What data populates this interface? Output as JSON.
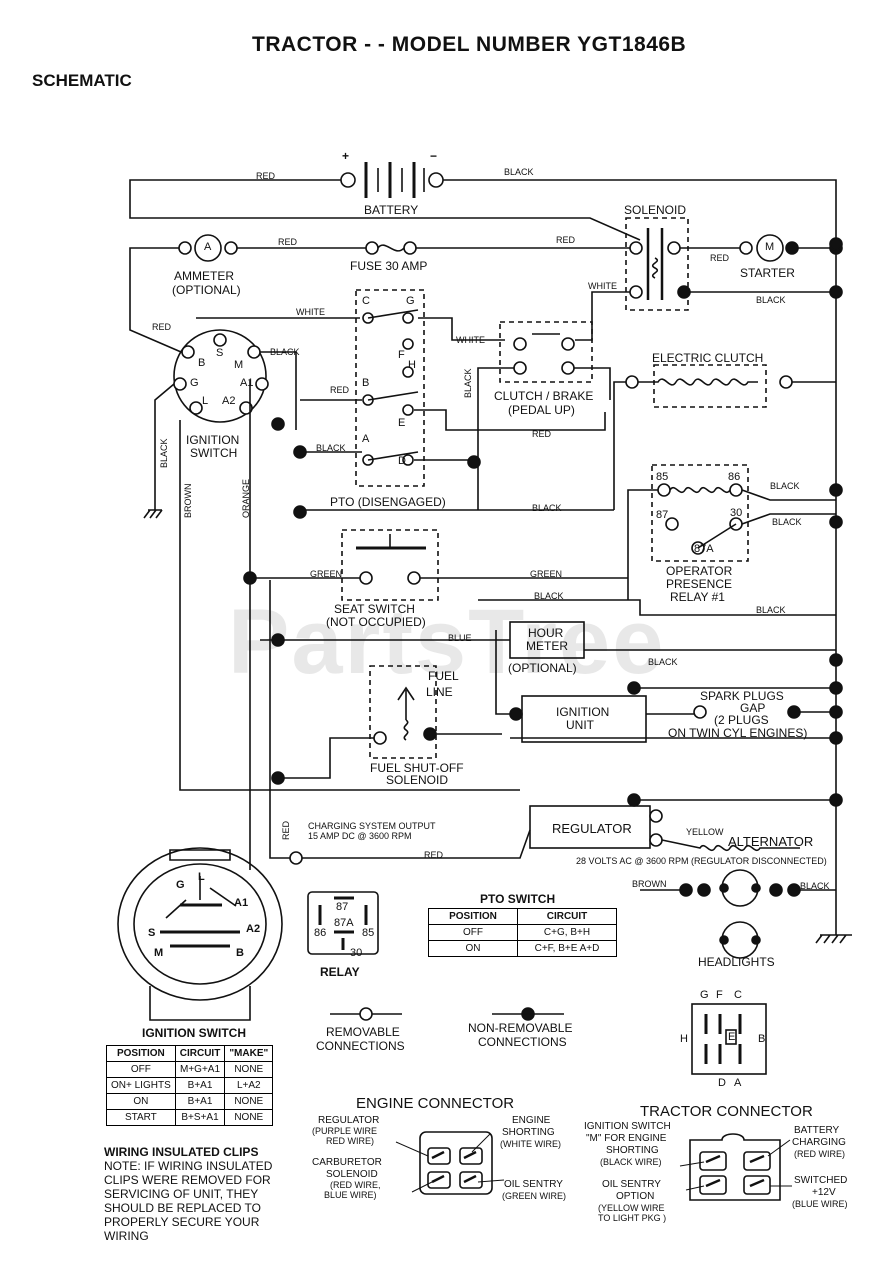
{
  "title": "TRACTOR - - MODEL NUMBER YGT1846B",
  "section": "SCHEMATIC",
  "watermark": "PartsTree",
  "labels": {
    "battery": "BATTERY",
    "battery_plus": "+",
    "battery_minus": "−",
    "ammeter": "AMMETER",
    "ammeter_opt": "(OPTIONAL)",
    "ammeter_a": "A",
    "fuse": "FUSE 30 AMP",
    "solenoid": "SOLENOID",
    "starter": "STARTER",
    "starter_m": "M",
    "ignition_switch": "IGNITION",
    "ignition_switch2": "SWITCH",
    "pto_disengaged": "PTO (DISENGAGED)",
    "clutch_brake": "CLUTCH / BRAKE",
    "pedal_up": "(PEDAL UP)",
    "electric_clutch": "ELECTRIC CLUTCH",
    "seat_switch": "SEAT SWITCH",
    "not_occupied": "(NOT OCCUPIED)",
    "opr_presence1": "OPERATOR",
    "opr_presence2": "PRESENCE",
    "opr_presence3": "RELAY #1",
    "hour_meter1": "HOUR",
    "hour_meter2": "METER",
    "hour_meter_opt": "(OPTIONAL)",
    "fuel_line1": "FUEL",
    "fuel_line2": "LINE",
    "ignition_unit1": "IGNITION",
    "ignition_unit2": "UNIT",
    "spark1": "SPARK PLUGS",
    "spark2": "GAP",
    "spark3": "(2 PLUGS",
    "spark4": "ON TWIN CYL  ENGINES)",
    "fuel_sol1": "FUEL SHUT-OFF",
    "fuel_sol2": "SOLENOID",
    "regulator": "REGULATOR",
    "alternator": "ALTERNATOR",
    "charging1": "CHARGING SYSTEM OUTPUT",
    "charging2": "15 AMP DC @ 3600 RPM",
    "volts_ac": "28 VOLTS AC @ 3600 RPM (REGULATOR DISCONNECTED)",
    "headlights": "HEADLIGHTS",
    "relay": "RELAY",
    "removable1": "REMOVABLE",
    "removable2": "CONNECTIONS",
    "nonremovable1": "NON-REMOVABLE",
    "nonremovable2": "CONNECTIONS",
    "engine_connector": "ENGINE CONNECTOR",
    "tractor_connector": "TRACTOR CONNECTOR",
    "ec_reg1": "REGULATOR",
    "ec_reg2": "(PURPLE WIRE",
    "ec_reg3": "RED WIRE)",
    "ec_carb1": "CARBURETOR",
    "ec_carb2": "SOLENOID",
    "ec_carb3": "(RED WIRE,",
    "ec_carb4": "BLUE WIRE)",
    "ec_eng1": "ENGINE",
    "ec_eng2": "SHORTING",
    "ec_eng3": "(WHITE WIRE)",
    "ec_oil1": "OIL SENTRY",
    "ec_oil2": "(GREEN WIRE)",
    "tc_ign1": "IGNITION SWITCH",
    "tc_ign2": "\"M\" FOR ENGINE",
    "tc_ign3": "SHORTING",
    "tc_ign4": "(BLACK WIRE)",
    "tc_oil1": "OIL SENTRY",
    "tc_oil2": "OPTION",
    "tc_oil3": "(YELLOW WIRE",
    "tc_oil4": "TO LIGHT PKG )",
    "tc_bat1": "BATTERY",
    "tc_bat2": "CHARGING",
    "tc_bat3": "(RED WIRE)",
    "tc_sw1": "SWITCHED",
    "tc_sw2": "+12V",
    "tc_sw3": "(BLUE WIRE)",
    "ign_sw_title": "IGNITION SWITCH",
    "pto_sw_title": "PTO SWITCH",
    "clips_title": "WIRING INSULATED CLIPS",
    "clips_note1": "NOTE: IF WIRING INSULATED",
    "clips_note2": "CLIPS WERE REMOVED FOR",
    "clips_note3": "SERVICING OF UNIT, THEY",
    "clips_note4": "SHOULD BE REPLACED TO",
    "clips_note5": "PROPERLY SECURE YOUR",
    "clips_note6": "WIRING"
  },
  "wire_labels": {
    "red": "RED",
    "black": "BLACK",
    "white": "WHITE",
    "green": "GREEN",
    "blue": "BLUE",
    "brown": "BROWN",
    "orange": "ORANGE",
    "yellow": "YELLOW"
  },
  "ignition_terminals": [
    "B",
    "S",
    "M",
    "G",
    "L",
    "A1",
    "A2"
  ],
  "pto_terminals": [
    "C",
    "G",
    "F",
    "H",
    "B",
    "E",
    "A",
    "D"
  ],
  "relay_terminals": [
    "85",
    "86",
    "87",
    "30",
    "87A"
  ],
  "connector_letters": [
    "G",
    "F",
    "C",
    "H",
    "E",
    "B",
    "D",
    "A"
  ],
  "ignition_table": {
    "headers": [
      "POSITION",
      "CIRCUIT",
      "\"MAKE\""
    ],
    "rows": [
      [
        "OFF",
        "M+G+A1",
        "NONE"
      ],
      [
        "ON+ LIGHTS",
        "B+A1",
        "L+A2"
      ],
      [
        "ON",
        "B+A1",
        "NONE"
      ],
      [
        "START",
        "B+S+A1",
        "NONE"
      ]
    ]
  },
  "pto_table": {
    "headers": [
      "POSITION",
      "CIRCUIT"
    ],
    "rows": [
      [
        "OFF",
        "C+G, B+H"
      ],
      [
        "ON",
        "C+F, B+E  A+D"
      ]
    ]
  }
}
